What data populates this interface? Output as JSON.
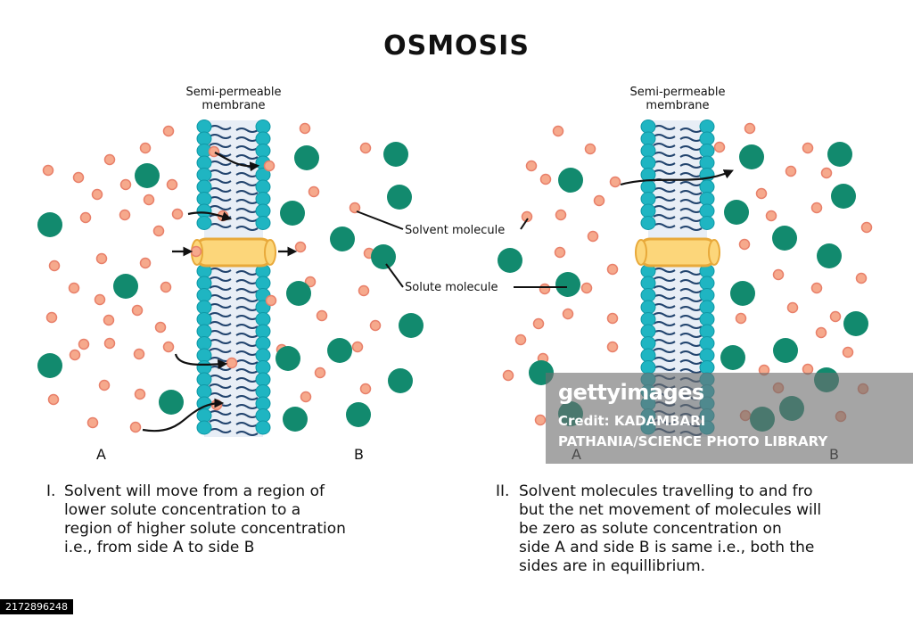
{
  "title": "OSMOSIS",
  "membrane_label": "Semi-permeable\nmembrane",
  "callouts": {
    "solvent": "Solvent molecule",
    "solute": "Solute molecule"
  },
  "side_labels": {
    "a": "A",
    "b": "B"
  },
  "captions": {
    "one_num": "I.",
    "one_text": "Solvent will move from a region of\nlower solute concentration to a\nregion of higher solute concentration\ni.e., from side A to side B",
    "two_num": "II.",
    "two_text": "Solvent molecules travelling to and fro\nbut the net movement of molecules will\nbe zero as solute concentration on\nside A and side B is same i.e., both the\nsides are in equillibrium."
  },
  "watermark": {
    "logo": "gettyimages",
    "credit": "Credit: KADAMBARI\nPATHANIA/SCIENCE PHOTO LIBRARY"
  },
  "image_id": "2172896248",
  "colors": {
    "solvent_fill": "#f6a98c",
    "solvent_stroke": "#e8806a",
    "solute": "#128a6e",
    "membrane_head": "#1fb5c2",
    "membrane_head_dark": "#0f98a6",
    "tail": "#22446e",
    "membrane_core": "#e8eef6",
    "channel_fill": "#fcd67a",
    "channel_stroke": "#e8a93a"
  }
}
